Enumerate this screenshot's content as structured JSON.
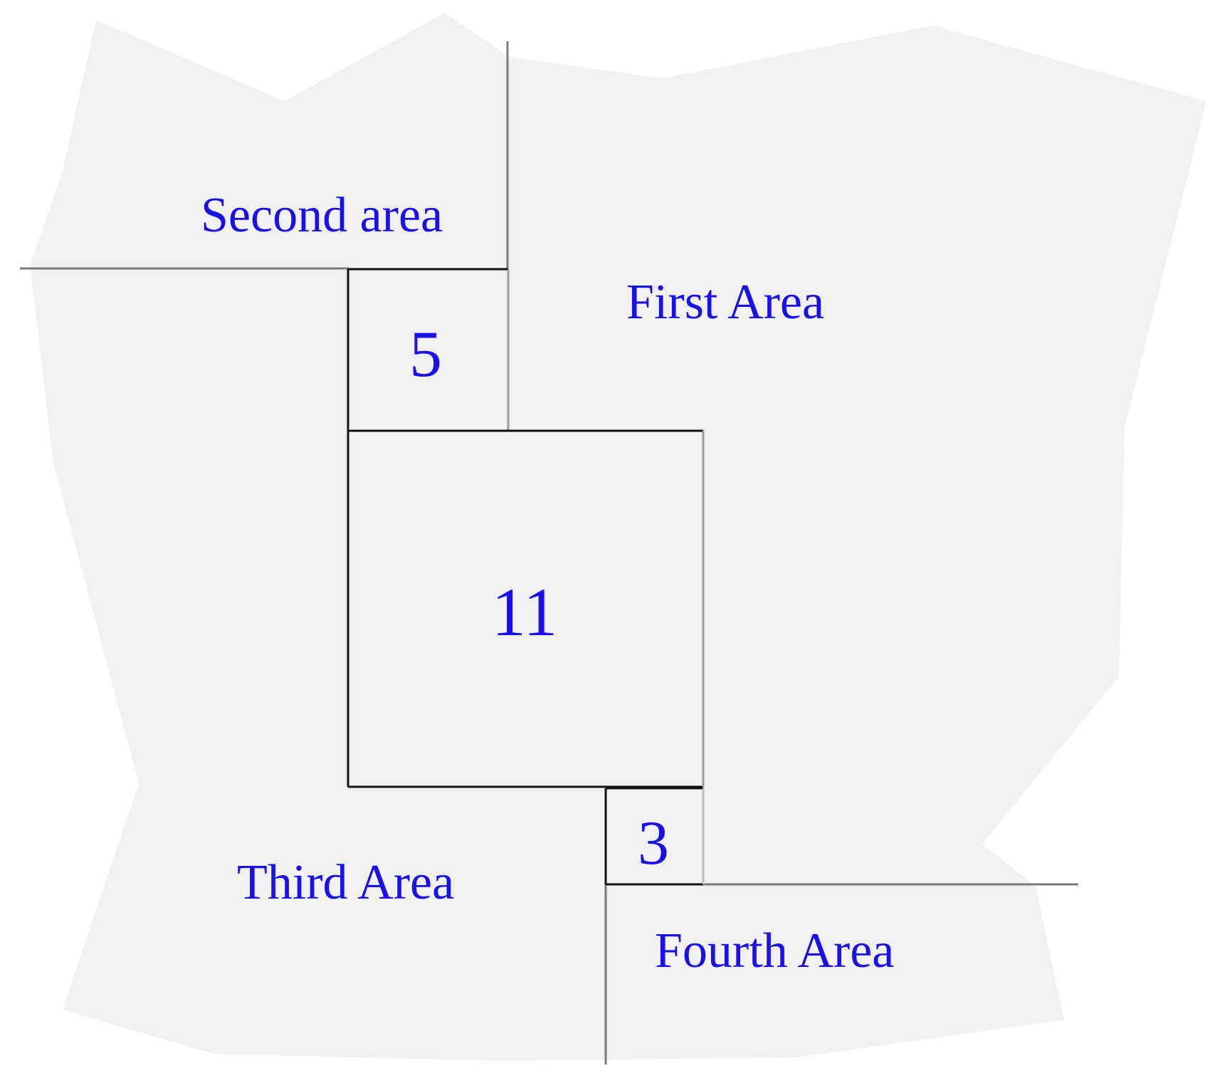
{
  "regions": {
    "second": {
      "label": "Second area"
    },
    "first": {
      "label": "First Area"
    },
    "third": {
      "label": "Third Area"
    },
    "fourth": {
      "label": "Fourth Area"
    }
  },
  "squares": {
    "small_top": {
      "label": "5"
    },
    "large_center": {
      "label": "11"
    },
    "small_bottom": {
      "label": "3"
    }
  },
  "colors": {
    "fill": "#f1f1f1",
    "text": "#1a10e8",
    "line": "#7a7a7a",
    "square_edge": "#111111"
  }
}
